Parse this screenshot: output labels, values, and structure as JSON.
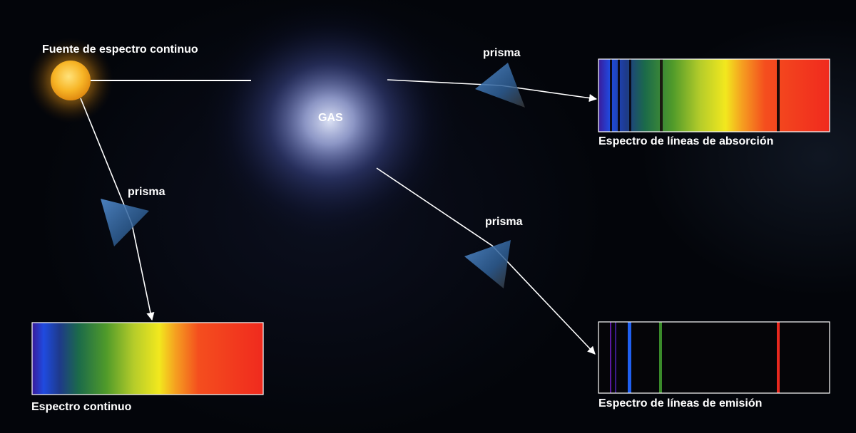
{
  "labels": {
    "source": "Fuente de espectro continuo",
    "gas": "GAS",
    "prism": "prisma",
    "continuous_spectrum": "Espectro continuo",
    "absorption_spectrum": "Espectro de líneas de absorción",
    "emission_spectrum": "Espectro de líneas de emisión"
  },
  "colors": {
    "background": "#05070d",
    "sun": "#f7b526",
    "gas_glow": "#9fb0ff",
    "prism": "#3d6fa8",
    "ray": "#ffffff"
  },
  "spectrum_colors": [
    "#3a1a9a",
    "#1f4be0",
    "#1b7a4a",
    "#4f9a2a",
    "#c8d82a",
    "#f2e81e",
    "#f5a020",
    "#f44e1e",
    "#f02a1e"
  ],
  "absorption_lines": [
    "violet",
    "blue",
    "blue-green",
    "green",
    "orange-red"
  ],
  "emission_lines": [
    "violet",
    "violet",
    "blue",
    "green",
    "red"
  ]
}
